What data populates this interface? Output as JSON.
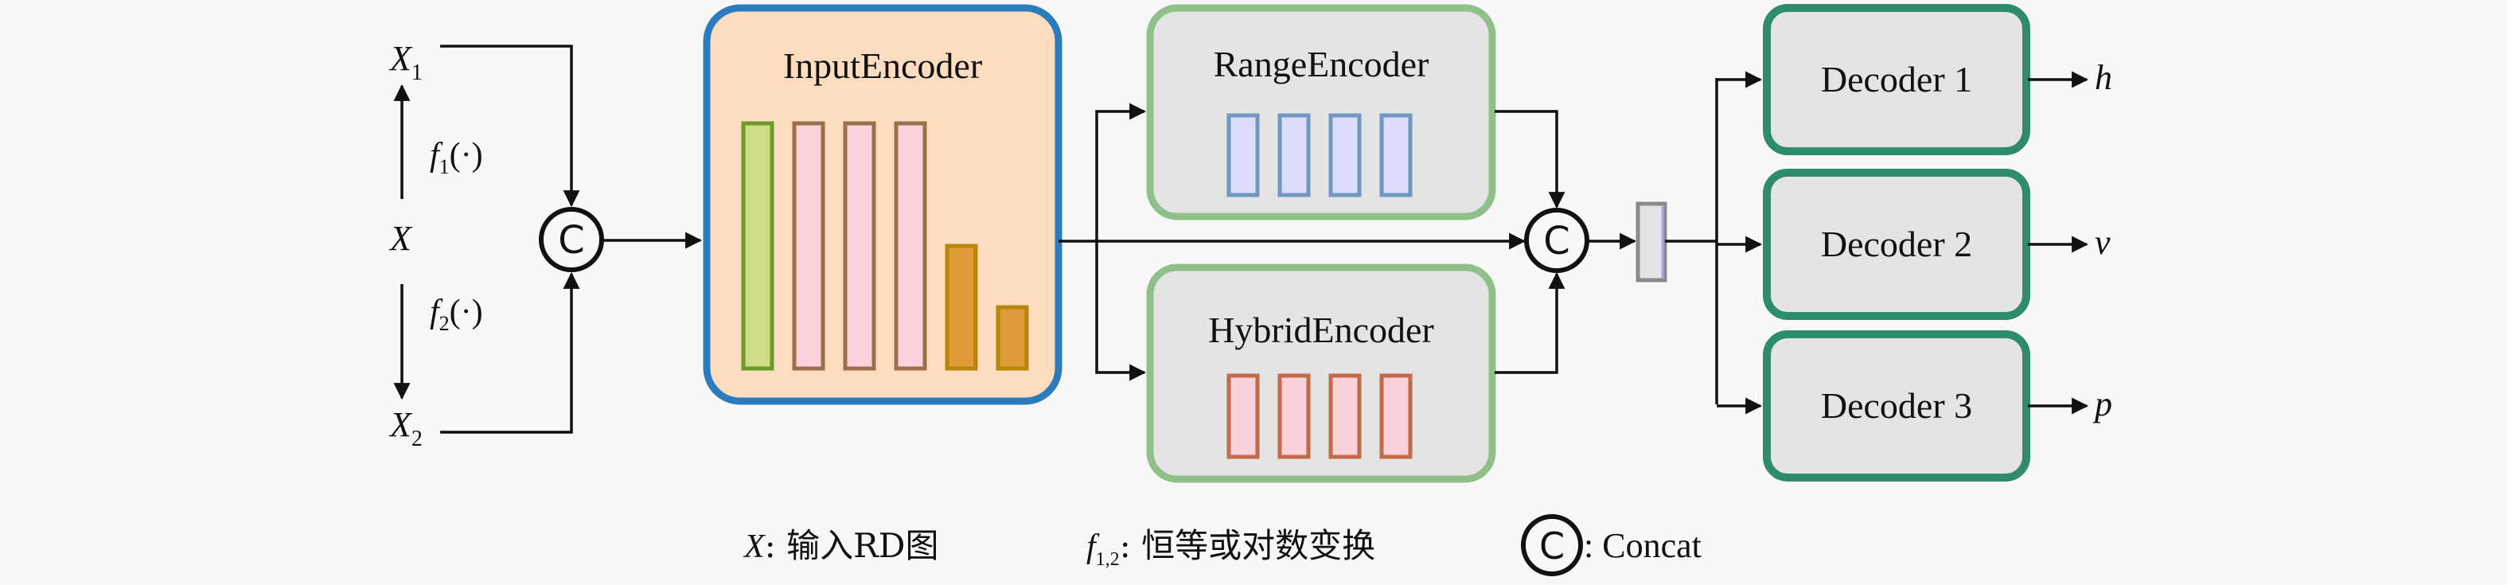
{
  "diagram": {
    "inputs": {
      "x1": {
        "base": "X",
        "sub": "1"
      },
      "x": {
        "base": "X"
      },
      "x2": {
        "base": "X",
        "sub": "2"
      },
      "f1": {
        "base": "f",
        "sub": "1",
        "arg": "(·)"
      },
      "f2": {
        "base": "f",
        "sub": "2",
        "arg": "(·)"
      }
    },
    "concat_symbol": "C",
    "input_encoder": {
      "title": "InputEncoder",
      "border_color": "#2b7bbf",
      "fill_color": "#fddcbf",
      "layers": [
        {
          "kind": "green",
          "relative_height": 1.0
        },
        {
          "kind": "pink",
          "relative_height": 1.0
        },
        {
          "kind": "pink",
          "relative_height": 1.0
        },
        {
          "kind": "pink",
          "relative_height": 1.0
        },
        {
          "kind": "orange",
          "relative_height": 0.5
        },
        {
          "kind": "orange",
          "relative_height": 0.25
        }
      ]
    },
    "range_encoder": {
      "title": "RangeEncoder",
      "border_color": "#8fc08a",
      "fill_color": "#e4e4e4",
      "layer_count": 4,
      "layer_kind": "blue"
    },
    "hybrid_encoder": {
      "title": "HybridEncoder",
      "border_color": "#8fc08a",
      "fill_color": "#e4e4e4",
      "layer_count": 4,
      "layer_kind": "red"
    },
    "decoders": [
      {
        "label": "Decoder 1",
        "output": "h"
      },
      {
        "label": "Decoder 2",
        "output": "v"
      },
      {
        "label": "Decoder 3",
        "output": "p"
      }
    ],
    "decoder_border_color": "#2e8b6e",
    "decoder_fill_color": "#e4e4e4"
  },
  "legend": {
    "x_term": "X",
    "x_desc": ": 输入RD图",
    "f_term": "f",
    "f_sub": "1,2",
    "f_desc": ": 恒等或对数变换",
    "c_symbol": "C",
    "c_desc": ": Concat"
  }
}
